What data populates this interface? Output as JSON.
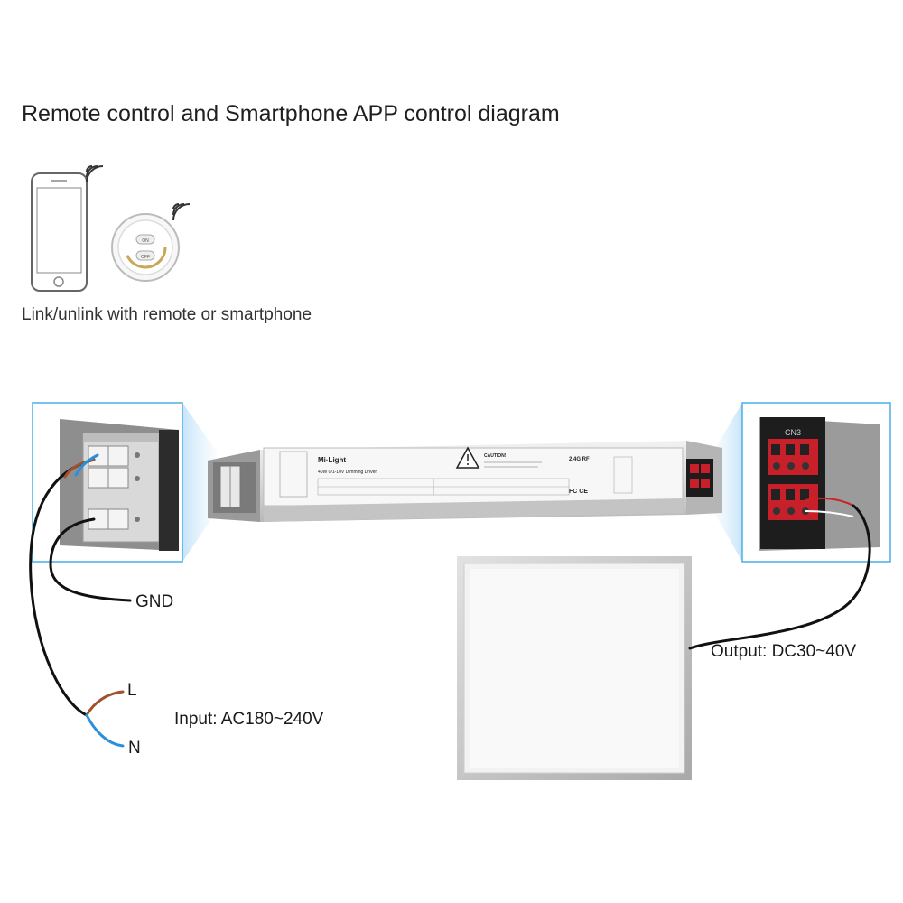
{
  "header": {
    "title": "Remote control and Smartphone APP control diagram",
    "subtitle": "Link/unlink with remote or smartphone"
  },
  "labels": {
    "gnd": "GND",
    "l": "L",
    "n": "N",
    "input": "Input: AC180~240V",
    "output": "Output: DC30~40V"
  },
  "driver": {
    "brand": "Mi·Light",
    "model": "40W 0/1-10V Dimming Driver",
    "caution": "CAUTION!",
    "rf": "2.4G RF",
    "connector_label": "CN3",
    "cert": "FC CE"
  },
  "remote": {
    "on_label": "ON",
    "off_label": "OFF"
  },
  "colors": {
    "highlight_border": "#4aaee8",
    "wire_brown": "#a0522d",
    "wire_blue": "#2a8fdc",
    "wire_black": "#111111",
    "terminal_red": "#d0202a",
    "panel_frame": "#c8c8c8"
  },
  "icons": [
    "smartphone-icon",
    "remote-icon",
    "wifi-signal-icon",
    "warning-icon"
  ]
}
